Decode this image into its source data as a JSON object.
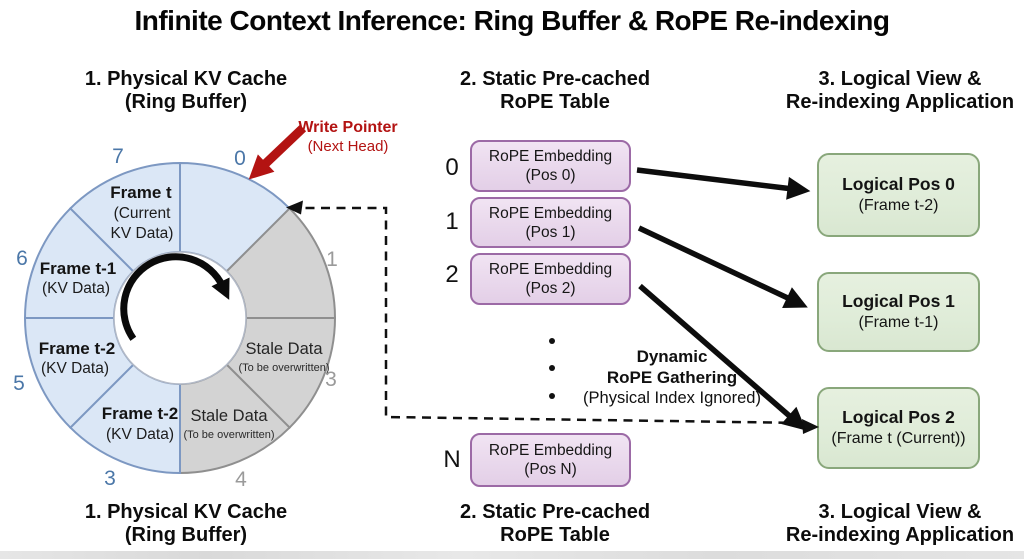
{
  "title": "Infinite Context Inference: Ring Buffer & RoPE Re-indexing",
  "sections": {
    "kv_cache": {
      "header_line1": "1. Physical KV Cache",
      "header_line2": "(Ring Buffer)"
    },
    "rope_table": {
      "header_line1": "2. Static Pre-cached",
      "header_line2": "RoPE Table"
    },
    "logical_view": {
      "header_line1": "3. Logical View &",
      "header_line2": "Re-indexing Application"
    }
  },
  "write_pointer": {
    "label": "Write Pointer",
    "sublabel": "(Next Head)",
    "color": "#b31312"
  },
  "ring": {
    "colors": {
      "active_fill": "#dbe7f6",
      "active_border": "#7d98c2",
      "stale_fill": "#d3d3d3",
      "stale_border": "#8f8f8f",
      "active_number": "#4b77a8",
      "stale_number": "#9a9a9a",
      "rotation_arrow": "#0a0a0a"
    },
    "numbers": [
      {
        "text": "0"
      },
      {
        "text": "1"
      },
      {
        "text": "3"
      },
      {
        "text": "4"
      },
      {
        "text": "3"
      },
      {
        "text": "5"
      },
      {
        "text": "6"
      },
      {
        "text": "7"
      }
    ],
    "labels": {
      "frame_t": {
        "title": "Frame t",
        "sub_line1": "(Current",
        "sub_line2": "KV Data)"
      },
      "frame_t1": {
        "title": "Frame t-1",
        "sub": "(KV Data)"
      },
      "frame_t2_left": {
        "title": "Frame t-2",
        "sub": "(KV Data)"
      },
      "frame_t2_bottom": {
        "title": "Frame t-2",
        "sub": "(KV Data)"
      },
      "stale_right": {
        "title": "Stale Data",
        "sub": "(To be overwritten)"
      },
      "stale_bottom": {
        "title": "Stale Data",
        "sub": "(To be overwritten)"
      }
    }
  },
  "rope_table": {
    "colors": {
      "fill": "#e9d8ec",
      "border": "#9c6aa6"
    },
    "rows": [
      {
        "index": "0",
        "line1": "RoPE Embedding",
        "line2": "(Pos 0)"
      },
      {
        "index": "1",
        "line1": "RoPE Embedding",
        "line2": "(Pos 1)"
      },
      {
        "index": "2",
        "line1": "RoPE Embedding",
        "line2": "(Pos 2)"
      },
      {
        "index": "N",
        "line1": "RoPE Embedding",
        "line2": "(Pos N)"
      }
    ]
  },
  "gathering": {
    "line1": "Dynamic",
    "line2": "RoPE Gathering",
    "line3": "(Physical Index Ignored)"
  },
  "logical_boxes": {
    "colors": {
      "fill": "#dfecd8",
      "border": "#89a77b"
    },
    "items": [
      {
        "line1": "Logical Pos 0",
        "line2": "(Frame t-2)"
      },
      {
        "line1": "Logical Pos 1",
        "line2": "(Frame t-1)"
      },
      {
        "line1": "Logical Pos 2",
        "line2": "(Frame t (Current))"
      }
    ]
  }
}
